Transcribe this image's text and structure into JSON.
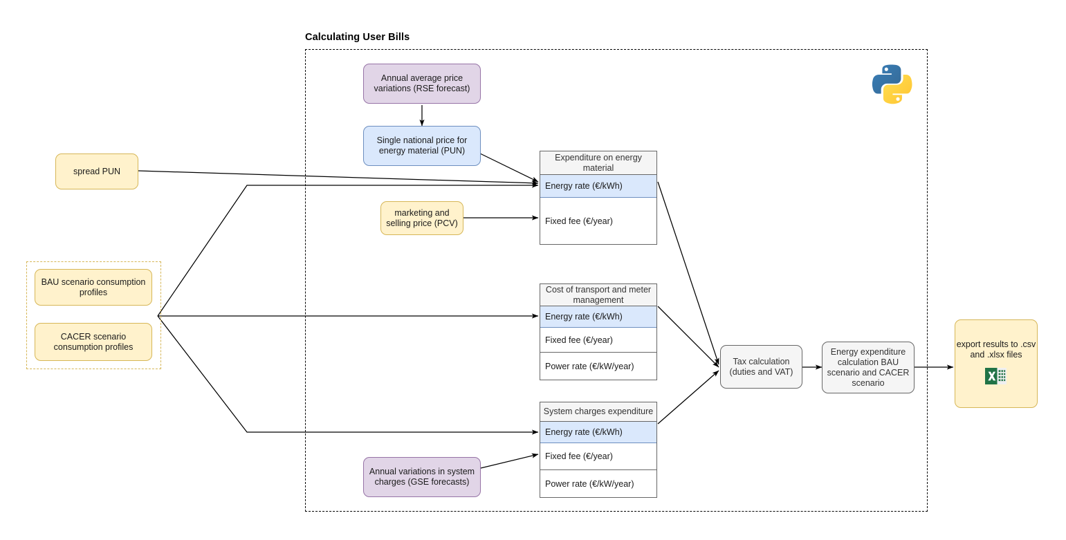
{
  "diagram": {
    "title": "Calculating User Bills",
    "colors": {
      "yellow_fill": "#fff2cc",
      "yellow_stroke": "#d6b656",
      "purple_fill": "#e1d5e7",
      "purple_stroke": "#9673a6",
      "blue_fill": "#dae8fc",
      "blue_stroke": "#6c8ebf",
      "grey_fill": "#f5f5f5",
      "grey_stroke": "#666666",
      "edge": "#000000",
      "excel_green": "#217346"
    },
    "inputs": {
      "spread_pun": "spread PUN",
      "bau_profiles": "BAU scenario consumption profiles",
      "cacer_profiles": "CACER scenario consumption profiles"
    },
    "forecasts": {
      "rse": "Annual average price variations (RSE forecast)",
      "gse": "Annual variations in system charges (GSE forecasts)"
    },
    "prices": {
      "pun": "Single national price for energy material (PUN)",
      "pcv": "marketing and selling price (PCV)"
    },
    "tables": [
      {
        "header": "Expenditure on energy material",
        "rows": [
          {
            "label": "Energy rate (€/kWh)",
            "highlight": true
          },
          {
            "label": "Fixed fee (€/year)",
            "highlight": false
          }
        ]
      },
      {
        "header": "Cost of transport and meter management",
        "rows": [
          {
            "label": "Energy rate (€/kWh)",
            "highlight": true
          },
          {
            "label": "Fixed fee (€/year)",
            "highlight": false
          },
          {
            "label": "Power rate (€/kW/year)",
            "highlight": false
          }
        ]
      },
      {
        "header": "System charges expenditure",
        "rows": [
          {
            "label": "Energy rate (€/kWh)",
            "highlight": true
          },
          {
            "label": "Fixed fee (€/year)",
            "highlight": false
          },
          {
            "label": "Power rate (€/kW/year)",
            "highlight": false
          }
        ]
      }
    ],
    "processing": {
      "tax": "Tax calculation (duties and VAT)",
      "energy_expenditure": "Energy expenditure calculation BAU scenario and CACER scenario"
    },
    "output": {
      "export": "export results to .csv and .xlsx files"
    },
    "icons": {
      "python": "python-logo-icon",
      "excel": "excel-file-icon"
    }
  }
}
